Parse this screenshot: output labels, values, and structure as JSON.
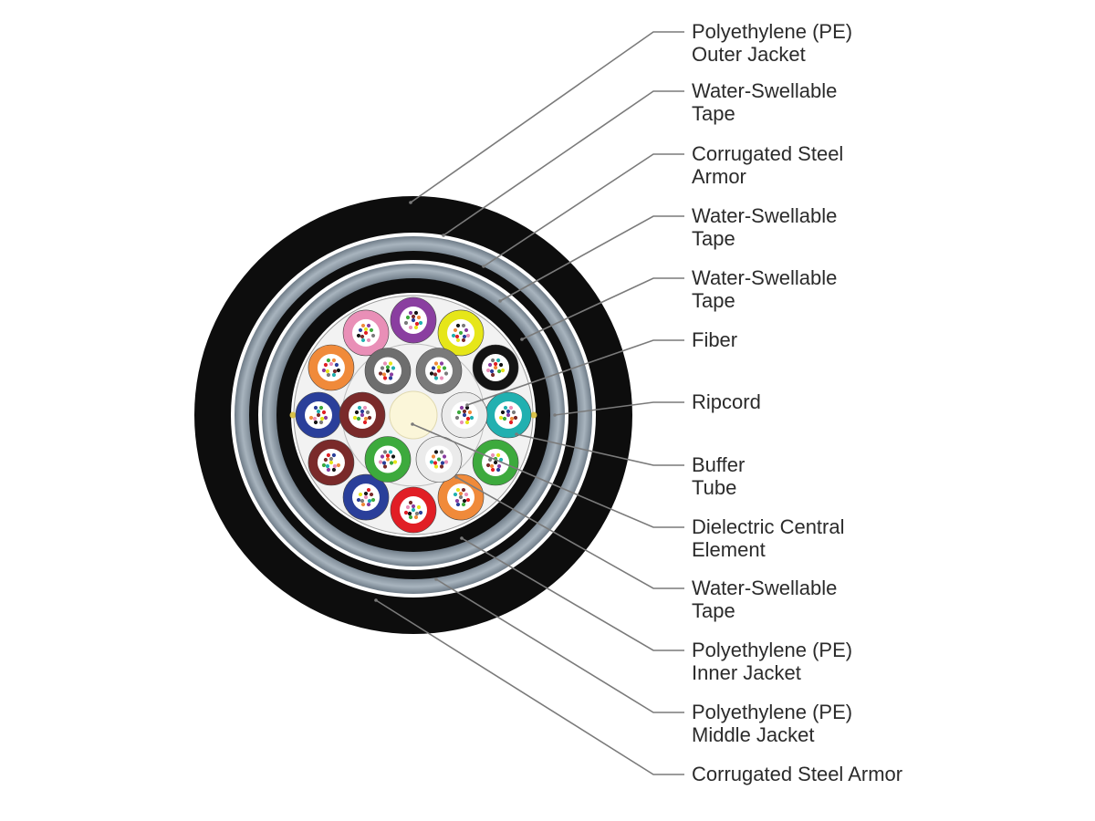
{
  "labels": [
    {
      "id": "pe-outer-jacket",
      "lines": [
        "Polyethylene (PE)",
        "Outer Jacket"
      ]
    },
    {
      "id": "water-swellable-tape-1",
      "lines": [
        "Water-Swellable",
        "Tape"
      ]
    },
    {
      "id": "corrugated-steel-armor-1",
      "lines": [
        "Corrugated Steel",
        "Armor"
      ]
    },
    {
      "id": "water-swellable-tape-2",
      "lines": [
        "Water-Swellable",
        "Tape"
      ]
    },
    {
      "id": "water-swellable-tape-3",
      "lines": [
        "Water-Swellable",
        "Tape"
      ]
    },
    {
      "id": "fiber",
      "lines": [
        "Fiber"
      ]
    },
    {
      "id": "ripcord",
      "lines": [
        "Ripcord"
      ]
    },
    {
      "id": "buffer-tube",
      "lines": [
        "Buffer",
        "Tube"
      ]
    },
    {
      "id": "dielectric-central-element",
      "lines": [
        "Dielectric Central",
        "Element"
      ]
    },
    {
      "id": "water-swellable-tape-4",
      "lines": [
        "Water-Swellable",
        "Tape"
      ]
    },
    {
      "id": "pe-inner-jacket",
      "lines": [
        "Polyethylene (PE)",
        "Inner Jacket"
      ]
    },
    {
      "id": "pe-middle-jacket",
      "lines": [
        "Polyethylene (PE)",
        "Middle Jacket"
      ]
    },
    {
      "id": "corrugated-steel-armor-2",
      "lines": [
        "Corrugated Steel Armor"
      ]
    }
  ],
  "colors": {
    "jacket": "#0d0d0d",
    "armor": "#8d9aa6",
    "tape": "#f2f2f2",
    "center": "#fbf6d9",
    "tube_colors": [
      "#e98fb7",
      "#8a3ea0",
      "#e6e619",
      "#141414",
      "#21b0b0",
      "#3daa3d",
      "#f08a3a",
      "#e11e25",
      "#2a3f9a",
      "#7a2a2a",
      "#2a3f9a",
      "#f08a3a",
      "#7a7a7a",
      "#ebebeb",
      "#ebebeb",
      "#3daa3d",
      "#7a2a2a",
      "#6e6e6e"
    ]
  }
}
